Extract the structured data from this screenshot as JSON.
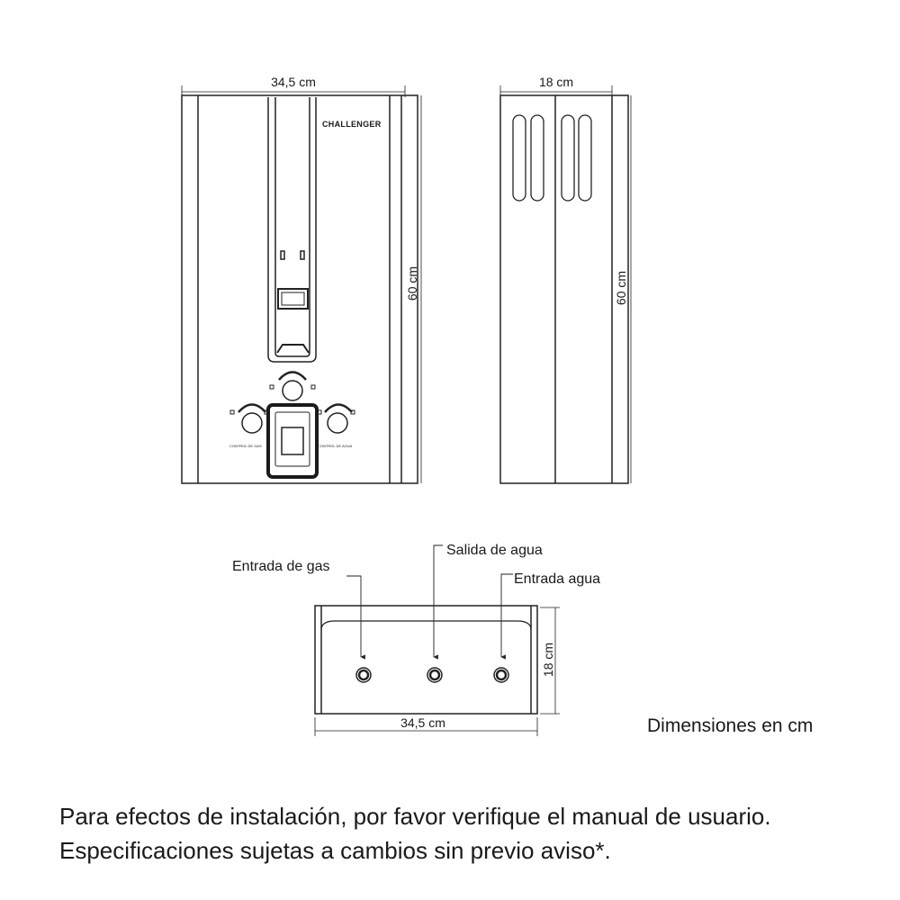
{
  "front_view": {
    "width_label": "34,5 cm",
    "height_label": "60 cm",
    "brand": "CHALLENGER",
    "gas_control_label": "CONTROL DE GAS",
    "water_control_label": "CONTROL DE AGUA"
  },
  "side_view": {
    "width_label": "18 cm",
    "height_label": "60 cm"
  },
  "bottom_view": {
    "gas_inlet_label": "Entrada de gas",
    "water_outlet_label": "Salida de agua",
    "water_inlet_label": "Entrada agua",
    "depth_label": "18 cm",
    "width_label": "34,5 cm"
  },
  "units_note": "Dimensiones en cm",
  "footer": {
    "line1": "Para efectos de instalación, por favor verifique el manual de usuario.",
    "line2": "Especificaciones sujetas a cambios sin previo aviso*."
  }
}
